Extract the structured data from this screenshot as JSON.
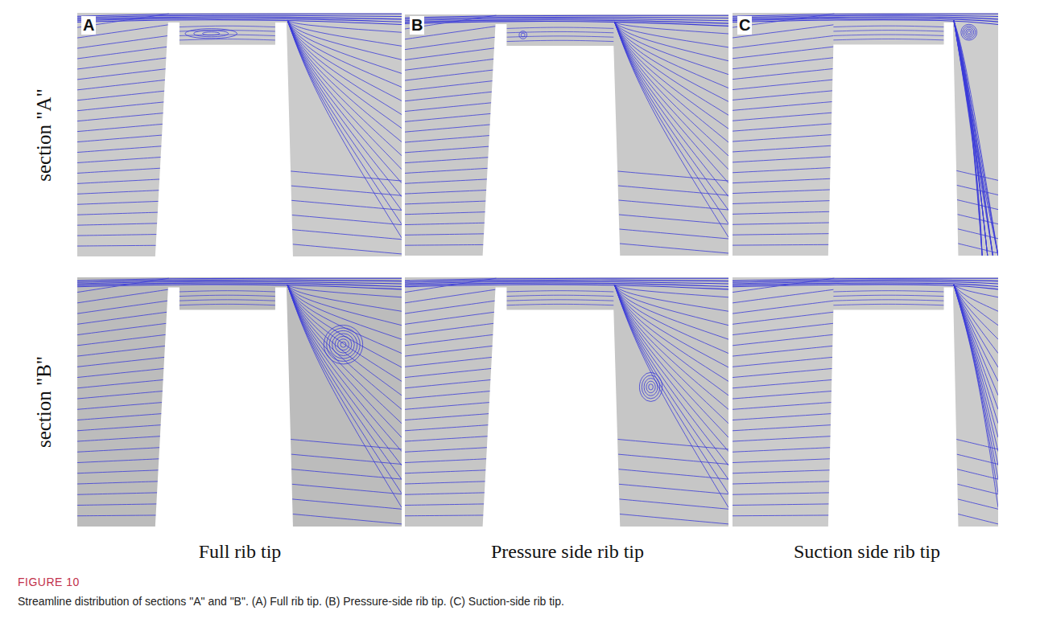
{
  "diagram": {
    "caption": "Streamline distribution of sections \"A\" and \"B\". (A) Full rib tip. (B) Pressure-side rib tip. (C) Suction-side rib tip.",
    "labels": [
      "A",
      "B",
      "C",
      "section \"A\"",
      "section \"B\"",
      "Full rib tip",
      "Pressure side rib tip",
      "Suction side rib tip",
      "FIGURE 10"
    ]
  }
}
